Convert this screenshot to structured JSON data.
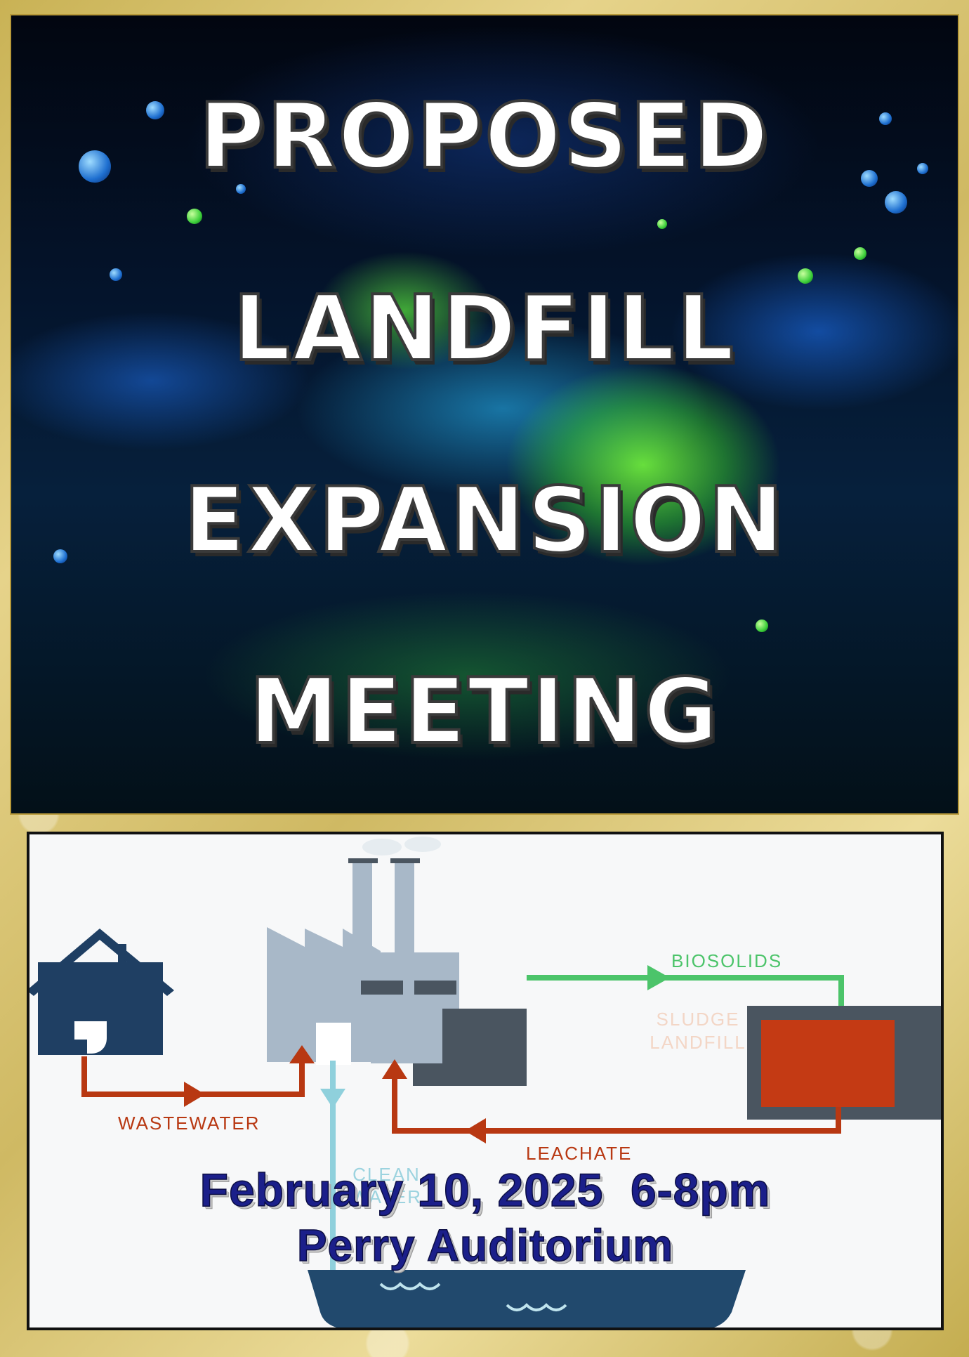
{
  "poster": {
    "title_lines": [
      "PROPOSED",
      "LANDFILL",
      "EXPANSION",
      "MEETING"
    ]
  },
  "diagram": {
    "labels": {
      "biosolids": "BIOSOLIDS",
      "wastewater": "WASTEWATER",
      "leachate": "LEACHATE",
      "sludge_landfill_line1": "SLUDGE",
      "sludge_landfill_line2": "LANDFILL",
      "clean_water_line1": "CLEAN",
      "clean_water_line2": "WATER"
    },
    "colors": {
      "house": "#1f3f63",
      "factory": "#a8b8c8",
      "arrow_red": "#b83812",
      "arrow_green": "#4cc46a",
      "arrow_clean": "#8fd0dc",
      "landfill_box": "#c43a14",
      "landfill_frame": "#4a5560"
    }
  },
  "event": {
    "date_time": "February 10, 2025  6-8pm",
    "venue": "Perry Auditorium"
  }
}
